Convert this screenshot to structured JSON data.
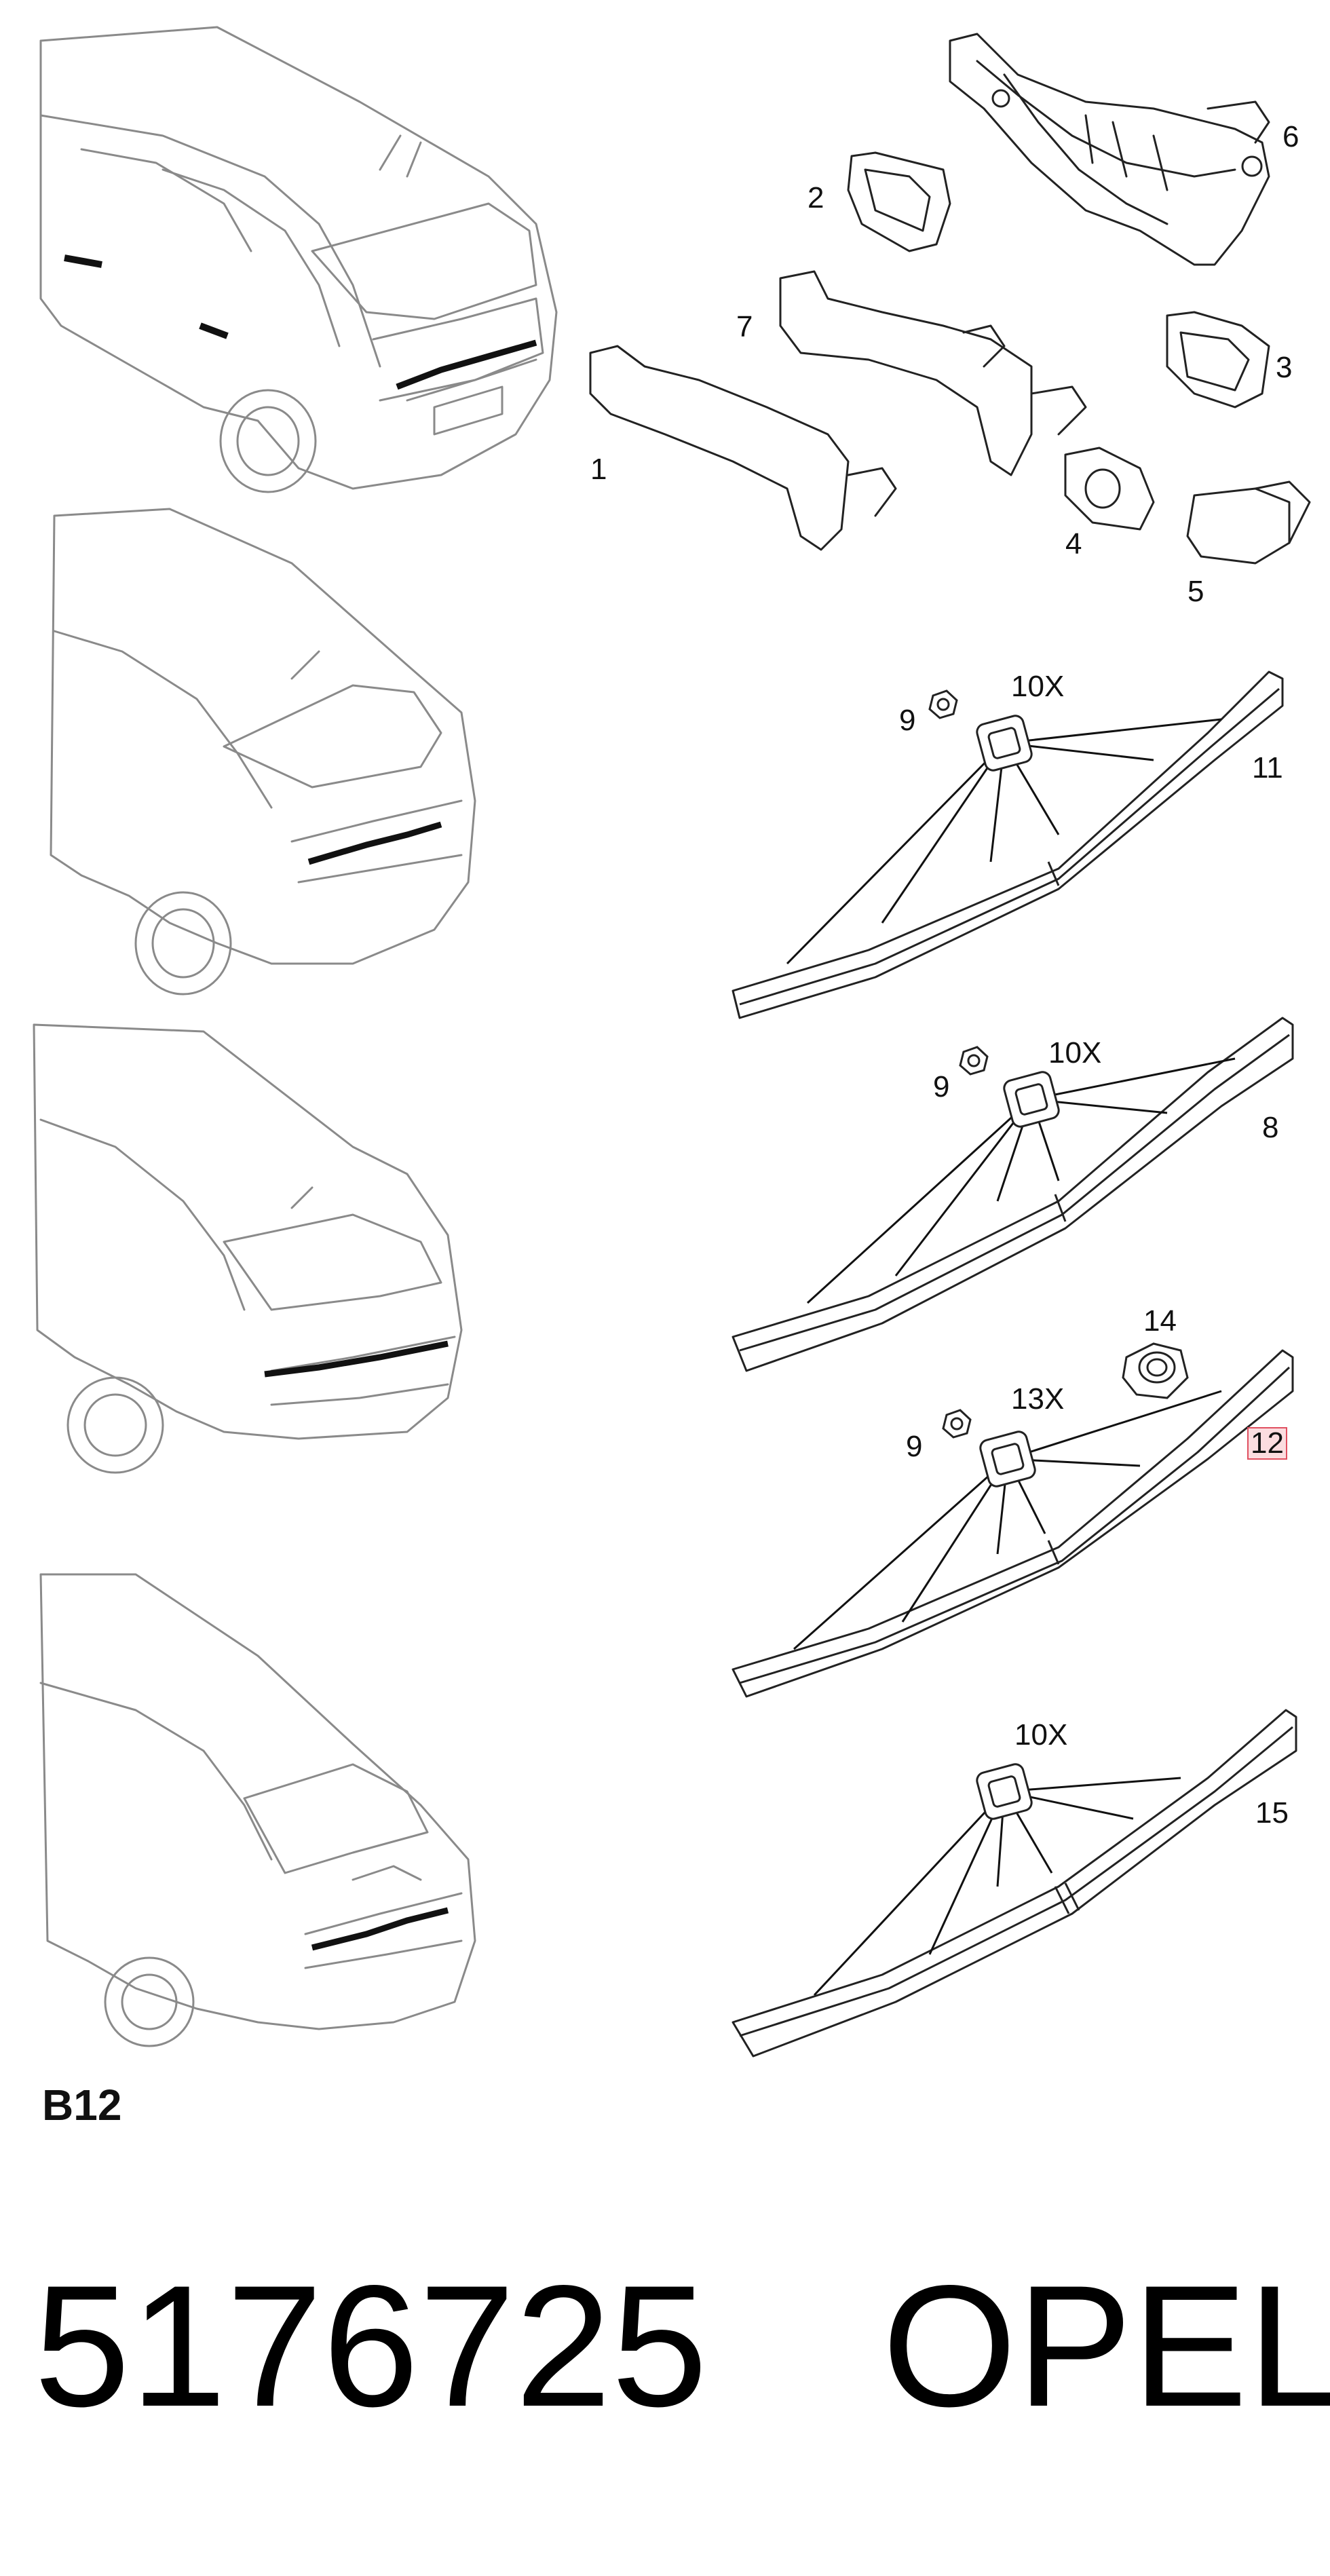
{
  "section_code": "B12",
  "part_number": "5176725",
  "brand": "OPEL",
  "callouts": {
    "c1": "1",
    "c2": "2",
    "c3": "3",
    "c4": "4",
    "c5": "5",
    "c6": "6",
    "c7": "7",
    "c8": "8",
    "c9a": "9",
    "c9b": "9",
    "c9c": "9",
    "c10a": "10X",
    "c10b": "10X",
    "c10c": "10X",
    "c11": "11",
    "c12": "12",
    "c13": "13X",
    "c14": "14",
    "c15": "15"
  },
  "highlighted_callout": "12",
  "colors": {
    "line": "#222222",
    "car_line": "#7a7a7a",
    "highlight": "#e05060"
  }
}
